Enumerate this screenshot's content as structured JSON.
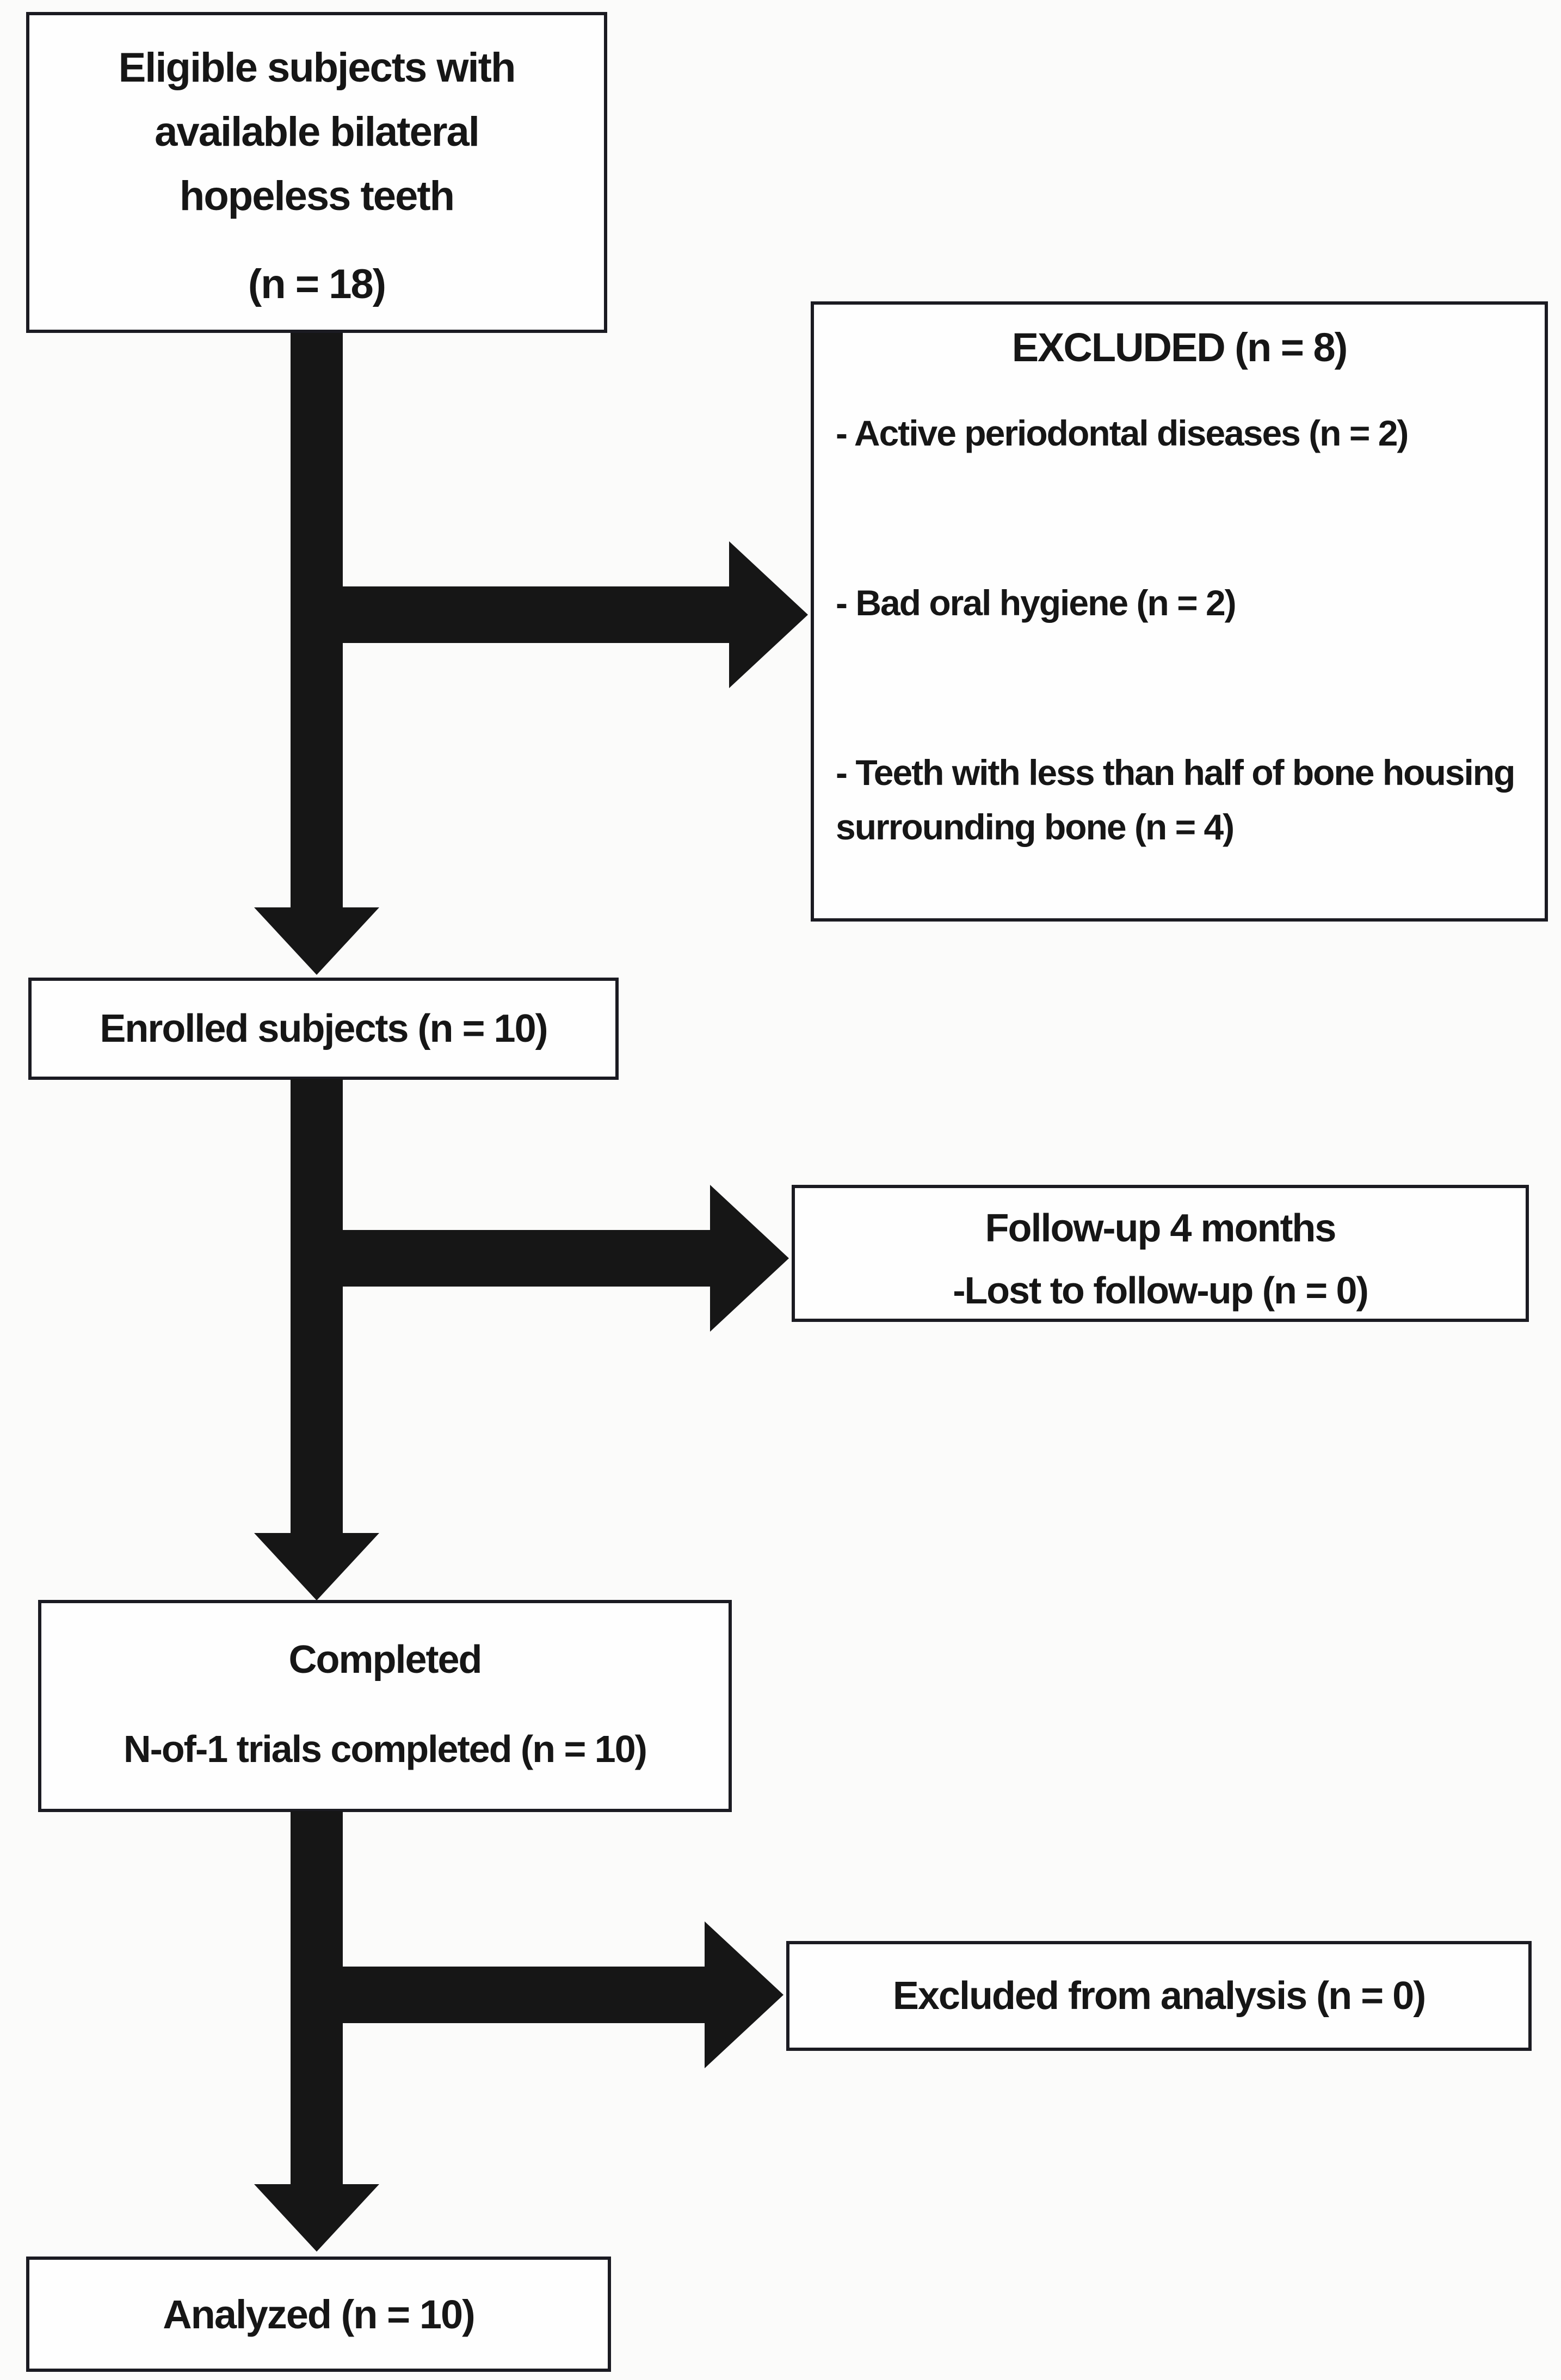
{
  "figure": {
    "colors": {
      "ink": "#161616",
      "border": "#1b1b22",
      "paper": "#fefefe",
      "background": "#fbfbfa"
    },
    "boxes": {
      "eligible": {
        "lines": [
          "Eligible subjects with",
          "available bilateral",
          "hopeless teeth"
        ],
        "count": "(n = 18)"
      },
      "excluded": {
        "title": "EXCLUDED (n = 8)",
        "items": [
          "- Active periodontal diseases (n = 2)",
          "- Bad oral hygiene (n = 2)",
          "- Teeth with less than half of bone housing surrounding bone (n = 4)"
        ]
      },
      "enrolled": {
        "label": "Enrolled subjects (n = 10)"
      },
      "followup": {
        "title": "Follow-up 4 months",
        "note": "-Lost to follow-up (n = 0)"
      },
      "completed": {
        "title": "Completed",
        "detail": "N-of-1 trials completed (n = 10)"
      },
      "excluded_from_analysis": {
        "label": "Excluded from analysis (n = 0)"
      },
      "analyzed": {
        "label": "Analyzed (n = 10)"
      }
    }
  }
}
